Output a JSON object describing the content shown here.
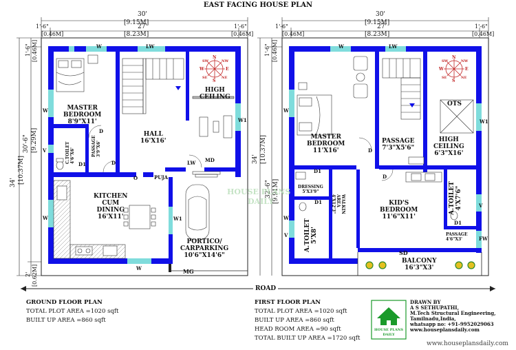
{
  "title": "EAST FACING HOUSE PLAN",
  "ground": {
    "dims": {
      "top_total": "30'",
      "top_total_m": "[9.15M]",
      "top_side_left": "1'-6\"",
      "top_side_left_m": "[0.46M]",
      "top_mid": "27'",
      "top_mid_m": "[8.23M]",
      "top_side_right": "1'-6\"",
      "top_side_right_m": "[0.46M]",
      "left_total": "34'",
      "left_total_m": "[10.37M]",
      "left_top": "1'-6\"",
      "left_top_m": "[0.46M]",
      "left_mid": "30'-6\"",
      "left_mid_m": "[9.29M]",
      "left_bottom": "2'",
      "left_bottom_m": "[0.62M]"
    },
    "rooms": {
      "master_bedroom": "MASTER\nBEDROOM\n8'9\"X11'",
      "hall": "HALL\n16'X16'",
      "high_ceiling": "HIGH\nCEILING",
      "kitchen": "KITCHEN\nCUM\nDINING\n16'X11'",
      "portico": "PORTICO/\nCARPARKING\n10'6\"X14'6\"",
      "toilet": "C.TOILET\n4'6\"X6'",
      "passage": "PASSAGE\n3'9\"X6'",
      "puja": "PUJA"
    },
    "marks": {
      "w": "W",
      "lw": "LW",
      "w1": "W1",
      "v": "V",
      "d": "D",
      "d1": "D1",
      "md": "MD",
      "o": "O",
      "mg": "MG"
    },
    "labels": {
      "plan": "GROUND FLOOR PLAN",
      "plot": "TOTAL PLOT AREA =1020 sqft",
      "built": "BUILT UP AREA =860 sqft"
    }
  },
  "first": {
    "dims": {
      "top_total": "30'",
      "top_total_m": "[9.15M]",
      "top_side_left": "1'-6\"",
      "top_side_left_m": "[0.46M]",
      "top_mid": "27'",
      "top_mid_m": "[8.23M]",
      "top_side_right": "1'-6\"",
      "top_side_right_m": "[0.46M]",
      "mid_total": "34'",
      "mid_total_m": "[10.37M]",
      "mid_top": "1'-6\"",
      "mid_top_m": "[0.46M]",
      "mid_main": "32'-6\"",
      "mid_main_m": "[9.91M]"
    },
    "rooms": {
      "master_bedroom": "MASTER\nBEDROOM\n11'X16'",
      "passage": "PASSAGE\n7'3\"X5'6\"",
      "ots": "OTS",
      "high_ceiling": "HIGH\nCEILING\n6'3\"X16'",
      "dressing": "DRESSING\n5'X3'9\"",
      "walkin": "WALKIN\nAREA\n4'X12'3\"",
      "kids": "KID'S\nBEDROOM\n11'6\"X11'",
      "a_toilet_left": "A.TOILET\n5'X8'",
      "a_toilet_right": "A.TOILET\n4'X7'6\"",
      "passage_small": "PASSAGE\n4'6\"X3'",
      "balcony": "BALCONY\n16'3\"X3'",
      "sd": "SD"
    },
    "marks": {
      "w": "W",
      "lw": "LW",
      "w1": "W1",
      "v": "V",
      "d": "D",
      "d1": "D1",
      "fw": "FW"
    },
    "labels": {
      "plan": "FIRST FLOOR PLAN",
      "plot": "TOTAL PLOT AREA =1020 sqft",
      "built": "BUILT UP AREA =860 sqft",
      "head": "HEAD ROOM AREA =90 sqft",
      "total": "TOTAL BUILT UP AREA =1720 sqft"
    }
  },
  "road": "ROAD",
  "compass": {
    "n": "N",
    "s": "S",
    "e": "E",
    "w": "W",
    "ne": "NE",
    "nw": "NW",
    "se": "SE",
    "sw": "SW"
  },
  "watermark": {
    "line1": "HOUSE PLANS",
    "line2": "DAILY"
  },
  "logo": {
    "line1": "HOUSE PLANS",
    "line2": "DAILY"
  },
  "credit": {
    "drawn_by": "DRAWN BY",
    "name": "A S SETHUPATHI,",
    "degree": "M.Tech Structural Engineering,",
    "place": "Tamilnadu,India,",
    "whatsapp": "whatsapp no: +91-9952029063",
    "site": "www.houseplansdaily.com"
  },
  "website": "www.houseplansdaily.com",
  "colors": {
    "wall": "#1010e8",
    "window": "#7fdcdc",
    "line": "#222222",
    "logo": "#1a9a2a"
  }
}
